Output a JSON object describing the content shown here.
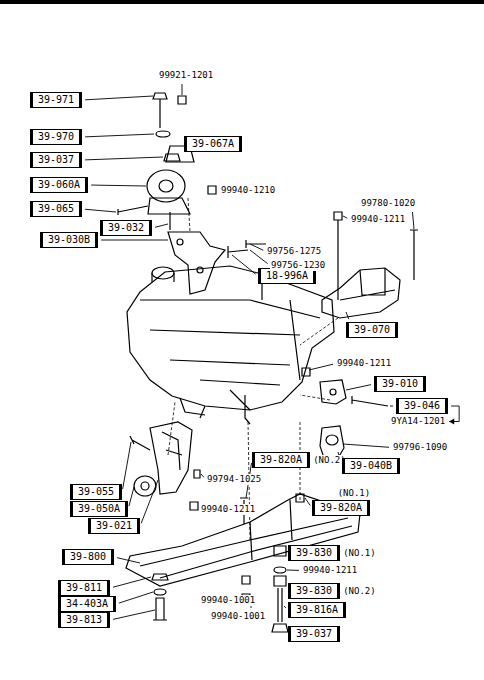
{
  "diagram": {
    "nodes": [
      {
        "text": [
          "39-971"
        ]
      },
      {
        "text": [
          "39-970"
        ]
      },
      {
        "text": [
          "39-037"
        ]
      },
      {
        "text": [
          "39-067A"
        ]
      },
      {
        "text": [
          "39-060A"
        ]
      },
      {
        "text": [
          "39-065"
        ]
      },
      {
        "text": [
          "39-032"
        ]
      },
      {
        "text": [
          "39-030B"
        ]
      },
      {
        "text": [
          "18-996A"
        ]
      },
      {
        "text": [
          "39-070"
        ]
      },
      {
        "text": [
          "39-010"
        ]
      },
      {
        "text": [
          "39-046"
        ]
      },
      {
        "text": [
          "39-820A",
          "(NO.2)"
        ]
      },
      {
        "text": [
          "39-040B"
        ]
      },
      {
        "text": [
          "39-055"
        ]
      },
      {
        "text": [
          "39-050A"
        ]
      },
      {
        "text": [
          "39-820A",
          "(NO.1)"
        ]
      },
      {
        "text": [
          "39-021"
        ]
      },
      {
        "text": [
          "39-800"
        ]
      },
      {
        "text": [
          "39-830",
          "(NO.1)"
        ]
      },
      {
        "text": [
          "39-811"
        ]
      },
      {
        "text": [
          "39-830",
          "(NO.2)"
        ]
      },
      {
        "text": [
          "34-403A"
        ]
      },
      {
        "text": [
          "39-816A"
        ]
      },
      {
        "text": [
          "39-813"
        ]
      },
      {
        "text": [
          "39-037"
        ]
      }
    ],
    "labels": [
      "99921-1201",
      "99940-1210",
      "99756-1275",
      "99756-1230",
      "99780-1020",
      "99940-1211",
      "99940-1211",
      "9YA14-1201",
      "99796-1090",
      "99794-1025",
      "99940-1211",
      "99940-1211",
      "99940-1001",
      "99940-1001"
    ]
  }
}
